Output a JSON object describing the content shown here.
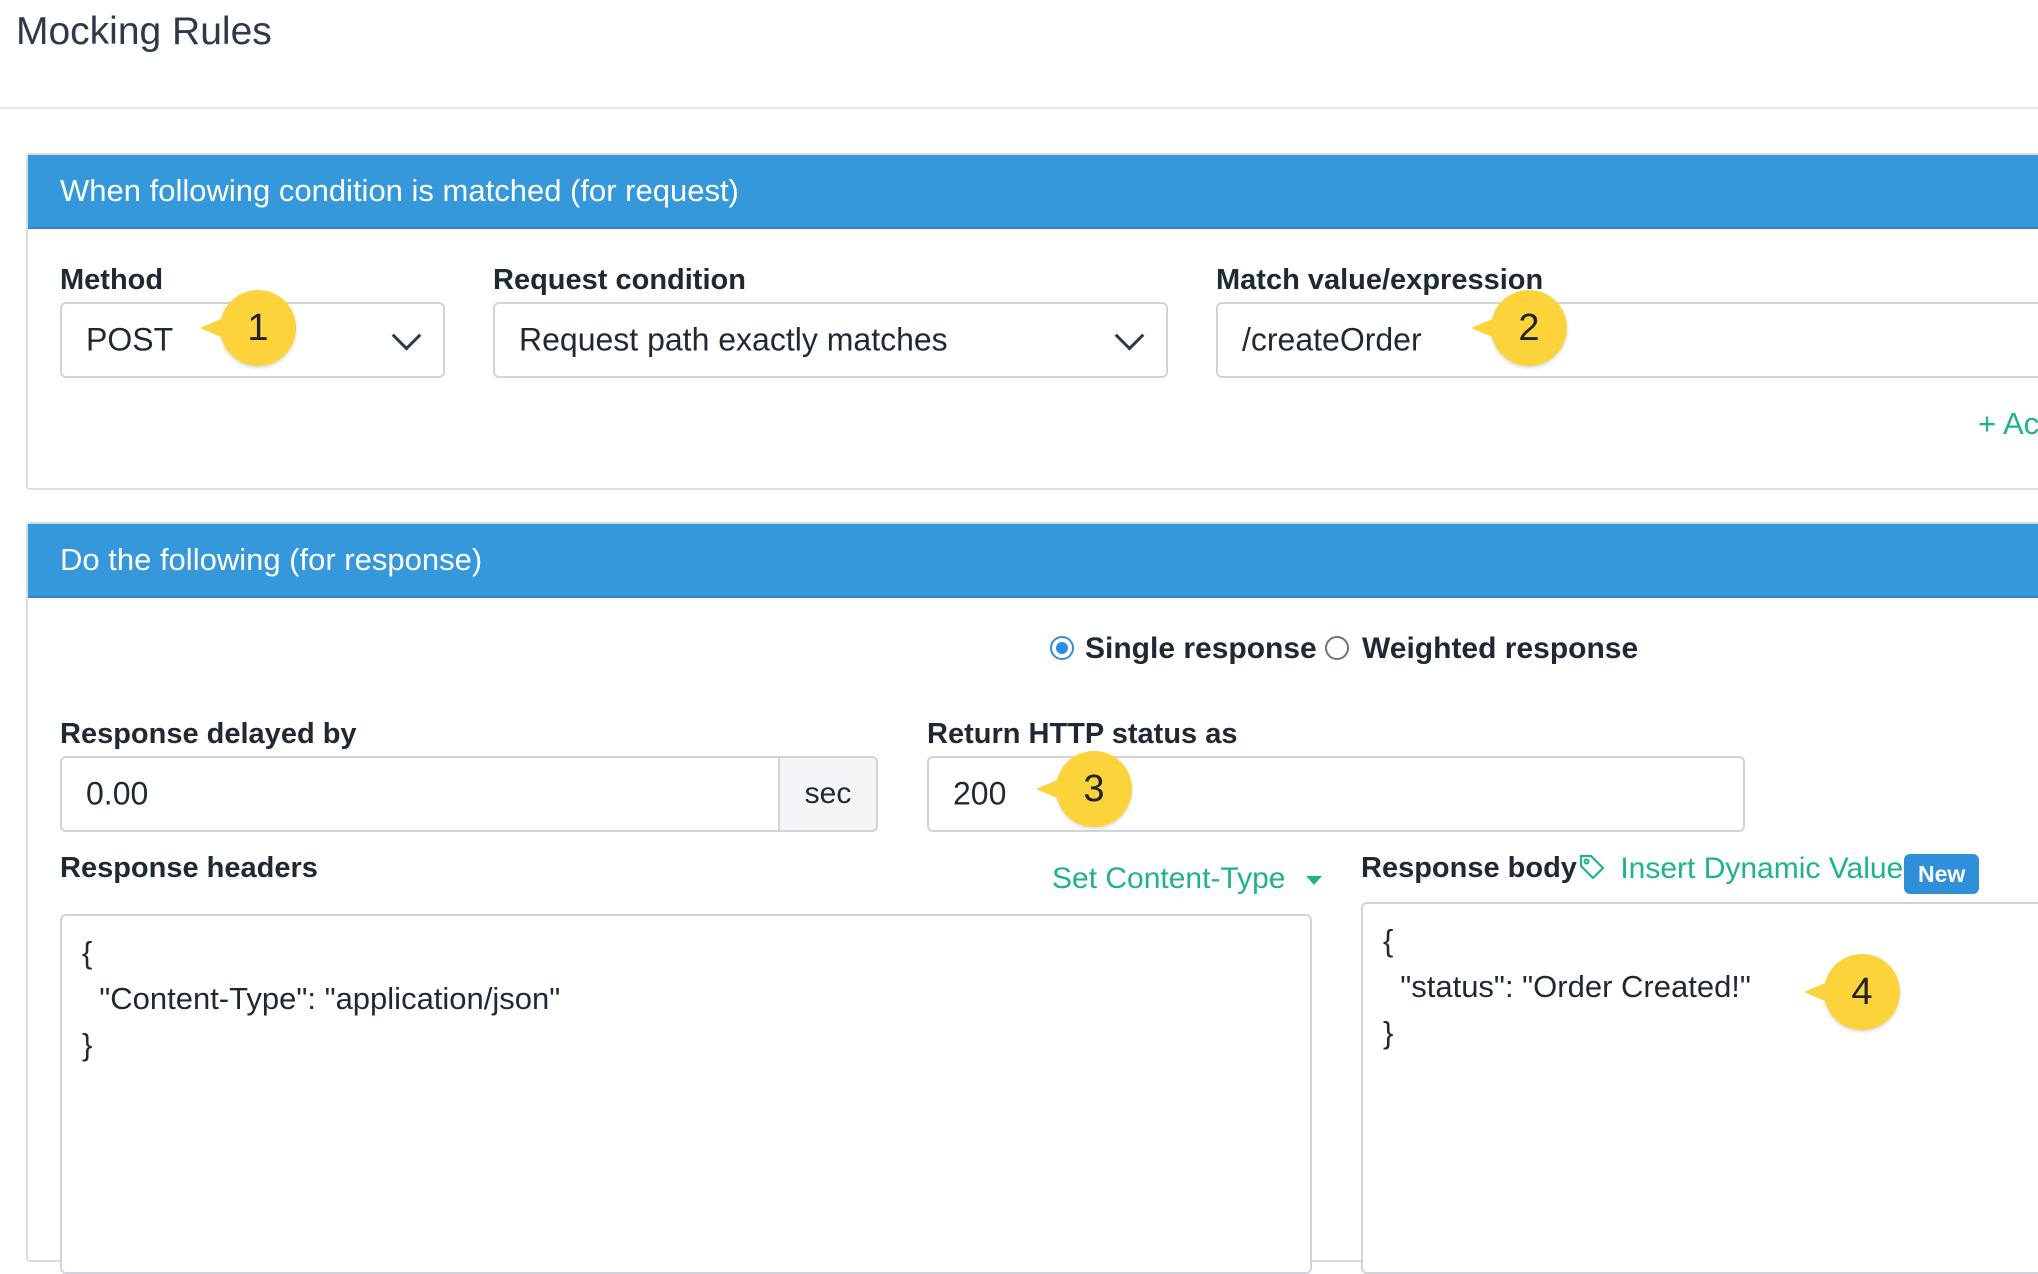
{
  "page": {
    "title": "Mocking Rules"
  },
  "request_panel": {
    "header": "When following condition is matched (for request)",
    "method_label": "Method",
    "method_value": "POST",
    "condition_label": "Request condition",
    "condition_value": "Request path exactly matches",
    "match_label": "Match value/expression",
    "match_value": "/createOrder",
    "add_link_fragment": "+ Ac"
  },
  "response_panel": {
    "header": "Do the following (for response)",
    "response_mode": {
      "options": [
        "Single response",
        "Weighted response"
      ],
      "selected": "Single response"
    },
    "delay_label": "Response delayed by",
    "delay_value": "0.00",
    "delay_unit": "sec",
    "status_label": "Return HTTP status as",
    "status_value": "200",
    "headers_label": "Response headers",
    "set_content_type": "Set Content-Type",
    "headers_code": "{\n  \"Content-Type\": \"application/json\"\n}",
    "body_label": "Response body",
    "insert_dynamic": "Insert Dynamic Value",
    "new_badge": "New",
    "body_code": "{\n  \"status\": \"Order Created!\"\n}"
  },
  "callouts": [
    "1",
    "2",
    "3",
    "4"
  ],
  "colors": {
    "header_blue": "#3498db",
    "accent_teal": "#1fb38a",
    "callout_yellow": "#fcd33a"
  }
}
